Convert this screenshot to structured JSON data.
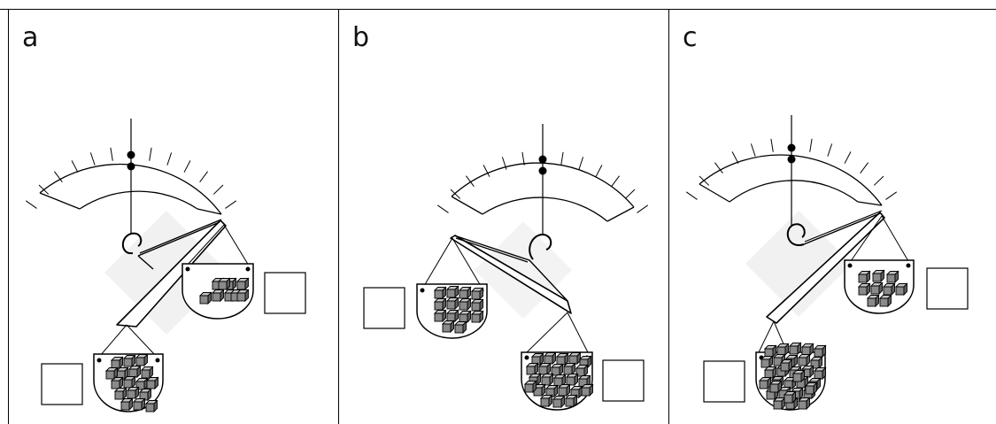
{
  "panels": [
    {
      "label": "a"
    },
    {
      "label": "b"
    },
    {
      "label": "c"
    }
  ],
  "colors": {
    "line": "#000000",
    "cube_front": "#8a8a8a",
    "cube_top": "#c4c4c4",
    "cube_side": "#5e5e5e",
    "shadow": "#f1f1f1"
  },
  "icons": [
    "hanger-icon",
    "scale-dial-icon",
    "basket-icon",
    "cube-icon",
    "answer-box"
  ]
}
